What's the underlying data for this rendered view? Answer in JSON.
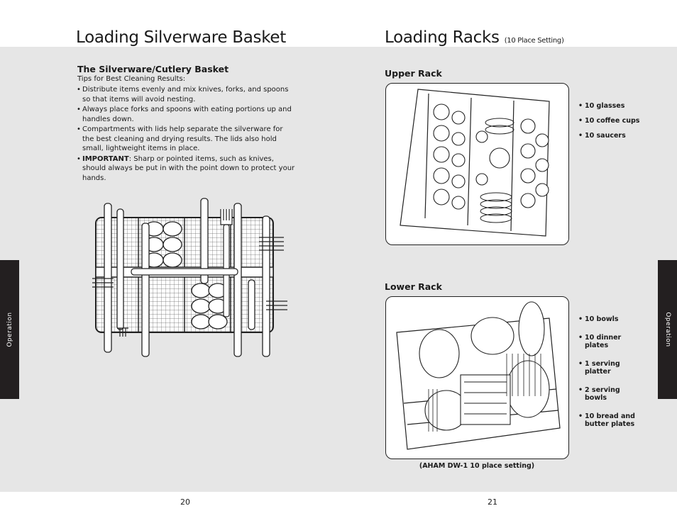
{
  "left_page": {
    "title": "Loading Silverware Basket",
    "section_heading": "The Silverware/Cutlery Basket",
    "intro": "Tips for Best Cleaning Results:",
    "tips": [
      {
        "text": "Distribute items evenly and mix knives, forks, and spoons so that items will avoid nesting."
      },
      {
        "text": "Always place forks and spoons with eating portions up and handles down."
      },
      {
        "text": "Compartments with lids help separate the silverware for the best cleaning and drying results. The lids also hold small, lightweight items in place."
      },
      {
        "bold": "IMPORTANT",
        "text": ": Sharp or pointed items, such as knives, should always be put in with the point down to protect your hands."
      }
    ],
    "page_number": "20",
    "side_tab": "Operation"
  },
  "right_page": {
    "title": "Loading Racks",
    "title_note": "(10 Place Setting)",
    "upper_rack": {
      "heading": "Upper Rack",
      "items": [
        "10 glasses",
        "10 coffee cups",
        "10 saucers"
      ]
    },
    "lower_rack": {
      "heading": "Lower Rack",
      "items": [
        "10 bowls",
        "10 dinner plates",
        "1 serving platter",
        "2 serving bowls",
        "10 bread and butter plates"
      ]
    },
    "caption": "(AHAM DW-1 10 place setting)",
    "page_number": "21",
    "side_tab": "Operation"
  }
}
